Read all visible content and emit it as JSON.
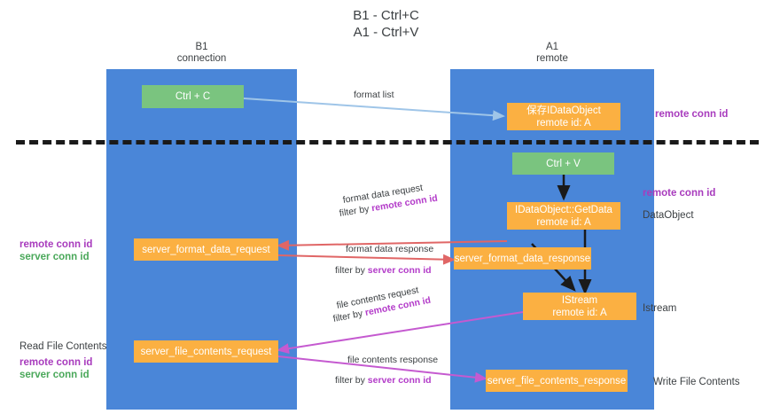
{
  "title": {
    "line1": "B1 - Ctrl+C",
    "line2": "A1 - Ctrl+V"
  },
  "columns": {
    "left": {
      "name": "B1",
      "role": "connection"
    },
    "right": {
      "name": "A1",
      "role": "remote"
    }
  },
  "nodes": {
    "ctrl_c": {
      "label": "Ctrl + C"
    },
    "save_idataobject": {
      "line1": "保存IDataObject",
      "line2": "remote id: A"
    },
    "ctrl_v": {
      "label": "Ctrl + V"
    },
    "getdata": {
      "line1": "IDataObject::GetData",
      "line2": "remote id: A"
    },
    "server_format_data_request": {
      "label": "server_format_data_request"
    },
    "server_format_data_response": {
      "label": "server_format_data_response"
    },
    "istream": {
      "line1": "IStream",
      "line2": "remote id: A"
    },
    "server_file_contents_request": {
      "label": "server_file_contents_request"
    },
    "server_file_contents_response": {
      "label": "server_file_contents_response"
    }
  },
  "right_labels": {
    "remote_conn_id_top": "remote conn id",
    "remote_conn_id_mid": "remote conn id",
    "dataobject": "DataObject",
    "istream": "Istream",
    "write_file_contents": "Write File Contents"
  },
  "left_labels": {
    "remote_conn_id_1": "remote conn id",
    "server_conn_id_1": "server conn id",
    "read_file_contents": "Read File Contents",
    "remote_conn_id_2": "remote conn id",
    "server_conn_id_2": "server conn id"
  },
  "edges": {
    "format_list": "format list",
    "format_data_request": "format data request",
    "format_data_request_filter_prefix": "filter by ",
    "format_data_request_filter_key": "remote conn id",
    "format_data_response": "format data response",
    "format_data_response_filter_prefix": "filter by ",
    "format_data_response_filter_key": "server conn id",
    "file_contents_request": "file contents request",
    "file_contents_request_filter_prefix": "filter by ",
    "file_contents_request_filter_key": "remote conn id",
    "file_contents_response": "file contents response",
    "file_contents_response_filter_prefix": "filter by ",
    "file_contents_response_filter_key": "server conn id"
  },
  "colors": {
    "lane": "#4a86d8",
    "node_orange": "#fbb042",
    "node_green": "#7ac47f",
    "key_purple": "#a83bbd",
    "key_green": "#4aa85a",
    "arrow_blue": "#9fc5e8",
    "arrow_red": "#e06666",
    "arrow_magenta": "#c55ad0",
    "arrow_black": "#1a1a1a"
  }
}
